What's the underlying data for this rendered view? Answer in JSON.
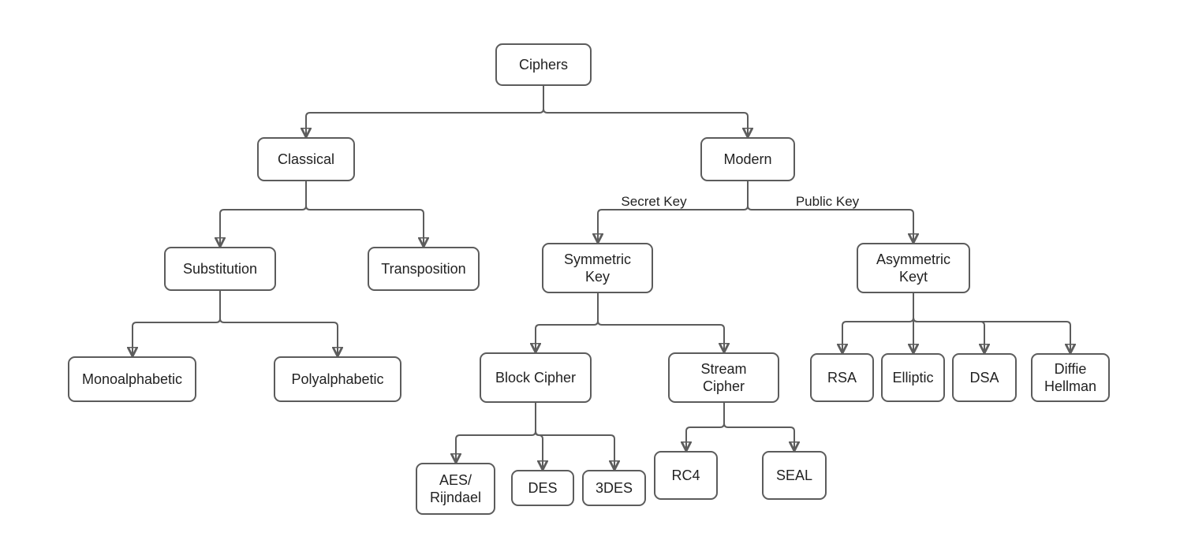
{
  "diagram": {
    "type": "tree",
    "root_label": "Ciphers",
    "colors": {
      "background": "#ffffff",
      "node_fill": "#ffffff",
      "node_border": "#5c5c5c",
      "line": "#5c5c5c",
      "arrowhead": "#5c5c5c",
      "text": "#222222"
    },
    "nodes": [
      {
        "id": "ciphers",
        "label": "Ciphers",
        "parent": null
      },
      {
        "id": "classical",
        "label": "Classical",
        "parent": "ciphers"
      },
      {
        "id": "modern",
        "label": "Modern",
        "parent": "ciphers"
      },
      {
        "id": "substitution",
        "label": "Substitution",
        "parent": "classical"
      },
      {
        "id": "transposition",
        "label": "Transposition",
        "parent": "classical"
      },
      {
        "id": "symmetric-key",
        "label": "Symmetric\nKey",
        "parent": "modern",
        "edge_label": "Secret Key"
      },
      {
        "id": "asymmetric-keyt",
        "label": "Asymmetric\nKeyt",
        "parent": "modern",
        "edge_label": "Public Key"
      },
      {
        "id": "monoalphabetic",
        "label": "Monoalphabetic",
        "parent": "substitution"
      },
      {
        "id": "polyalphabetic",
        "label": "Polyalphabetic",
        "parent": "substitution"
      },
      {
        "id": "block-cipher",
        "label": "Block Cipher",
        "parent": "symmetric-key"
      },
      {
        "id": "stream-cipher",
        "label": "Stream\nCipher",
        "parent": "symmetric-key"
      },
      {
        "id": "rsa",
        "label": "RSA",
        "parent": "asymmetric-keyt"
      },
      {
        "id": "elliptic",
        "label": "Elliptic",
        "parent": "asymmetric-keyt"
      },
      {
        "id": "dsa",
        "label": "DSA",
        "parent": "asymmetric-keyt"
      },
      {
        "id": "diffie-hellman",
        "label": "Diffie\nHellman",
        "parent": "asymmetric-keyt"
      },
      {
        "id": "aes-rijndael",
        "label": "AES/\nRijndael",
        "parent": "block-cipher"
      },
      {
        "id": "des",
        "label": "DES",
        "parent": "block-cipher"
      },
      {
        "id": "3des",
        "label": "3DES",
        "parent": "block-cipher"
      },
      {
        "id": "rc4",
        "label": "RC4",
        "parent": "stream-cipher"
      },
      {
        "id": "seal",
        "label": "SEAL",
        "parent": "stream-cipher"
      }
    ],
    "edge_labels": {
      "secret": "Secret Key",
      "public": "Public Key"
    }
  }
}
